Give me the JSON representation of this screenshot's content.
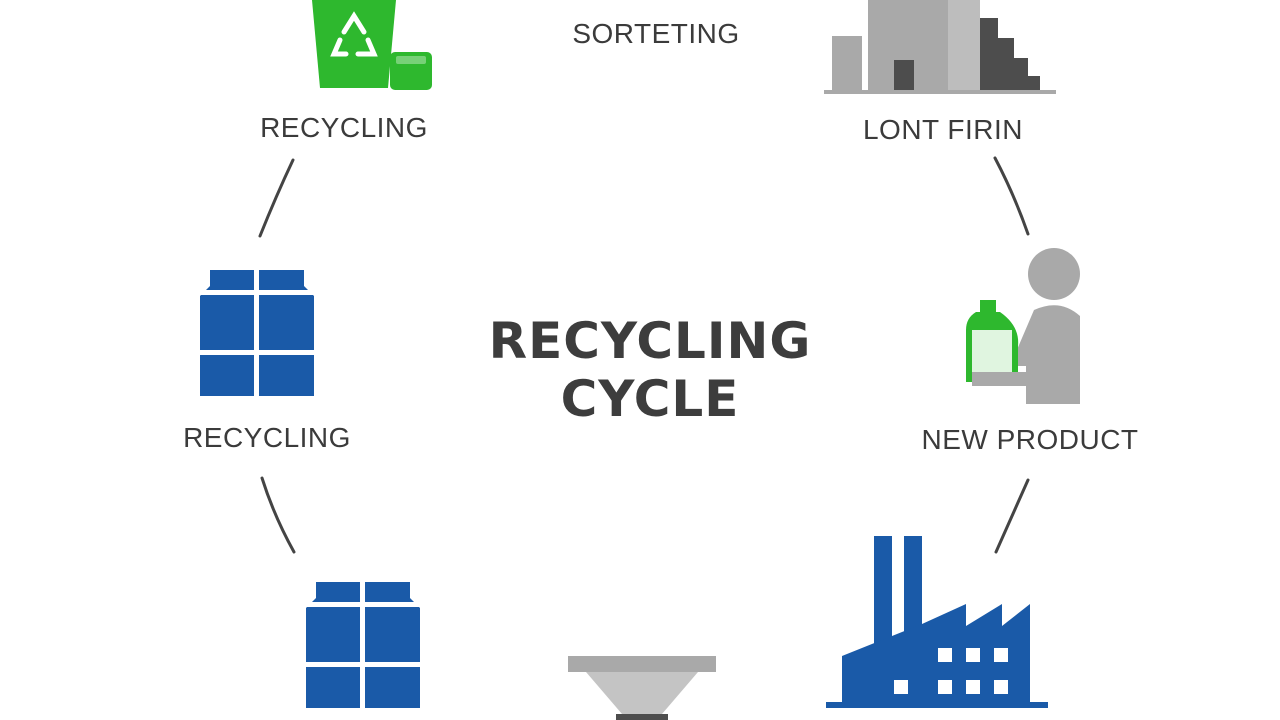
{
  "title": {
    "line1": "RECYCLING",
    "line2": "CYCLE"
  },
  "stages": {
    "sorting": {
      "label": "SORTETING",
      "icon": "sorting-facility-icon"
    },
    "top_left": {
      "label": "RECYCLING",
      "icon": "recycling-bin-icon"
    },
    "top_right": {
      "label": "LONT FIRIN",
      "icon": "buildings-icon"
    },
    "left": {
      "label": "RECYCLING",
      "icon": "bales-icon"
    },
    "right": {
      "label": "NEW PRODUCT",
      "icon": "person-with-bottle-icon"
    },
    "bottom_left": {
      "icon": "bales-icon"
    },
    "bottom_center": {
      "icon": "funnel-icon"
    },
    "bottom_right": {
      "icon": "factory-icon"
    }
  },
  "colors": {
    "green": "#2eb82e",
    "blue": "#1a5aa8",
    "gray": "#a9a9a9",
    "dark_gray": "#4d4d4d",
    "text": "#3b3b3b"
  }
}
